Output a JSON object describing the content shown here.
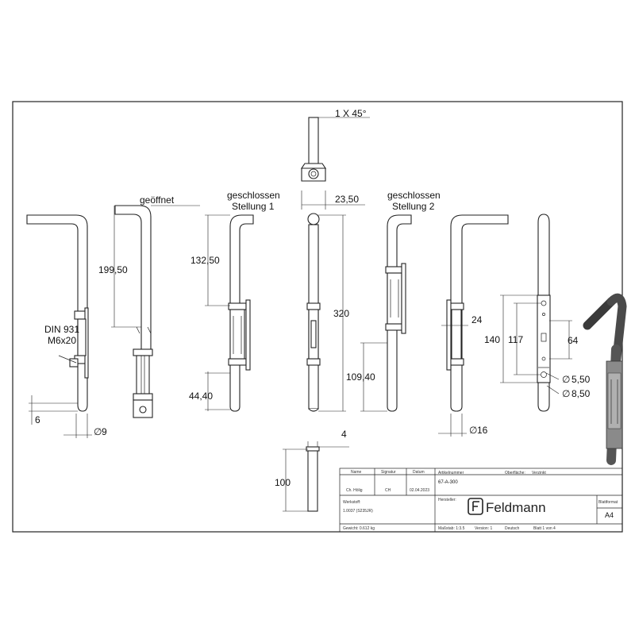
{
  "labels": {
    "chamfer": "1 X 45°",
    "opened": "geöffnet",
    "closed1_line1": "geschlossen",
    "closed1_line2": "Stellung 1",
    "closed2_line1": "geschlossen",
    "closed2_line2": "Stellung 2",
    "din_line1": "DIN 931",
    "din_line2": "M6x20"
  },
  "dimensions": {
    "d_199_50": "199,50",
    "d_132_50": "132,50",
    "d_23_50": "23,50",
    "d_320": "320",
    "d_109_40": "109,40",
    "d_44_40": "44,40",
    "d_6": "6",
    "d_dia9": "9",
    "d_24": "24",
    "d_140": "140",
    "d_117": "117",
    "d_64": "64",
    "d_dia5_50": "5,50",
    "d_dia8_50": "8,50",
    "d_dia16": "16",
    "d_4": "4",
    "d_100": "100",
    "dia_symbol": "∅"
  },
  "title_block": {
    "h_name": "Name",
    "h_signature": "Signatur",
    "h_date": "Datum",
    "name": "Ch. Hölig",
    "signature": "CH",
    "date": "02.04.2023",
    "h_article": "Artikelnummer",
    "article": "67-A-300",
    "h_surface": "Oberfläche:",
    "surface": "Verzinkt",
    "h_material": "Werkstoff:",
    "material": "1.0037 (S235JR)",
    "h_manufacturer": "Hersteller:",
    "brand": "Feldmann",
    "h_format": "Blattformat",
    "format": "A4",
    "weight_label": "Gewicht: 0.612 kg",
    "scale": "Maßstab: 1:3.5",
    "version": "Version: 1",
    "language": "Deutsch",
    "sheet": "Blatt 1 von 4"
  }
}
